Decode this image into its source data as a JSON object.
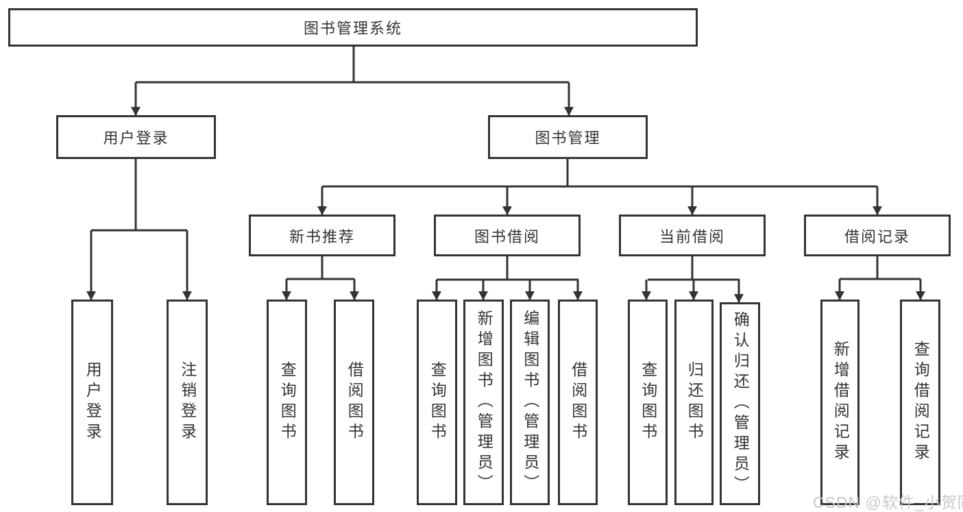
{
  "tree": {
    "label": "图书管理系统",
    "children": [
      {
        "label": "用户登录",
        "children": [
          {
            "label": "用户登录"
          },
          {
            "label": "注销登录"
          }
        ]
      },
      {
        "label": "图书管理",
        "children": [
          {
            "label": "新书推荐",
            "children": [
              {
                "label": "查询图书"
              },
              {
                "label": "借阅图书"
              }
            ]
          },
          {
            "label": "图书借阅",
            "children": [
              {
                "label": "查询图书"
              },
              {
                "label": "新增图书（管理员）"
              },
              {
                "label": "编辑图书（管理员）"
              },
              {
                "label": "借阅图书"
              }
            ]
          },
          {
            "label": "当前借阅",
            "children": [
              {
                "label": "查询图书"
              },
              {
                "label": "归还图书"
              },
              {
                "label": "确认归还（管理员）"
              }
            ]
          },
          {
            "label": "借阅记录",
            "children": [
              {
                "label": "新增借阅记录"
              },
              {
                "label": "查询借阅记录"
              }
            ]
          }
        ]
      }
    ]
  },
  "watermark": {
    "text": "CSDN @软件_小贺同学"
  },
  "colors": {
    "line": "#333333",
    "text": "#333333",
    "watermark": "#c8c8c8",
    "background": "#ffffff"
  }
}
